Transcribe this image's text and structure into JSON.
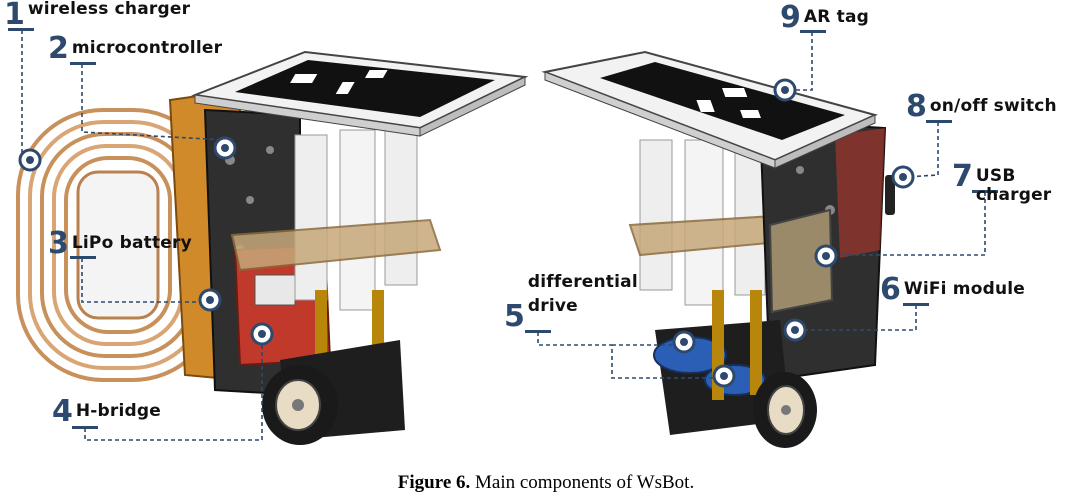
{
  "callouts": [
    {
      "number": "1",
      "label": "wireless charger"
    },
    {
      "number": "2",
      "label": "microcontroller"
    },
    {
      "number": "3",
      "label": "LiPo battery"
    },
    {
      "number": "4",
      "label": "H-bridge"
    },
    {
      "number": "5",
      "label": "differential\ndrive"
    },
    {
      "number": "6",
      "label": "WiFi module"
    },
    {
      "number": "7",
      "label": "USB charger"
    },
    {
      "number": "8",
      "label": "on/off switch"
    },
    {
      "number": "9",
      "label": "AR tag"
    }
  ],
  "caption": {
    "prefix": "Figure 6.",
    "text": "Main components of WsBot."
  },
  "colors": {
    "leader": "#2d4a6e",
    "coil": "#c8905a",
    "board": "#2f2f2f",
    "pcb_red": "#c0392b"
  }
}
